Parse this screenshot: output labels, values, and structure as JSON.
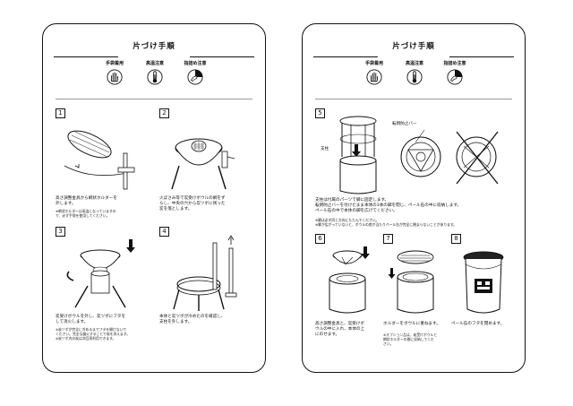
{
  "pages": [
    {
      "title": "片づけ手順",
      "cautions": [
        "手袋着用",
        "高温注意",
        "指詰め注意"
      ],
      "steps": [
        {
          "num": "1",
          "text": "高さ調整金具から網状ホルダーを\n外します。",
          "note": "※網状ホルダーは高温になっていますの\nで、必ず手袋を使用してください。"
        },
        {
          "num": "2",
          "text": "火ばさみ等で炭受けボウルの網をず\nらし、中央の穴から炭ツボに残った\n炭を落とします。",
          "note": ""
        },
        {
          "num": "3",
          "text": "炭受けボウルを外し、炭ツボにフタを\nして消火します。",
          "note": "※炭ツボが完全に冷めるまでフタを開けないで\nください。完全な鎮火することで炭を消えます。\n※炭ツボ内の炭は次回再利用できます。"
        },
        {
          "num": "4",
          "text": "本体と炭ツボが冷めたのを確認し、\n支柱を外します。",
          "note": ""
        }
      ]
    },
    {
      "title": "片づけ手順",
      "cautions": [
        "手袋着用",
        "高温注意",
        "指詰め注意"
      ],
      "step5": {
        "num": "5",
        "callout_bar": "転倒防止バー",
        "callout_post": "支柱",
        "text": "支柱は付属のパーツで脚に固定します。\n転倒防止バーを付けたまま本体の3本の脚を閉じ、ペール缶の中に収納します。\nペール缶の中で本体の脚を広げてください。",
        "note": "※脚は必ず同じ方向にたたんでください。\n※脚が広がっていないと、ボウルの底が当たりペール缶が完全に閉まらないことがあります。"
      },
      "steps": [
        {
          "num": "6",
          "text": "高さ調整金具と、炭受けボ\nウルの中に入れ、本体の上\nにのせます。",
          "note": ""
        },
        {
          "num": "7",
          "text": "ホルダーをボウルに重ねます。",
          "note": "※オプション品は、炭受けボウルと\n網状ホルダーの間に収納してくだ\nさい。"
        },
        {
          "num": "8",
          "text": "ペール缶のフタを閉めます。",
          "note": ""
        }
      ]
    }
  ]
}
